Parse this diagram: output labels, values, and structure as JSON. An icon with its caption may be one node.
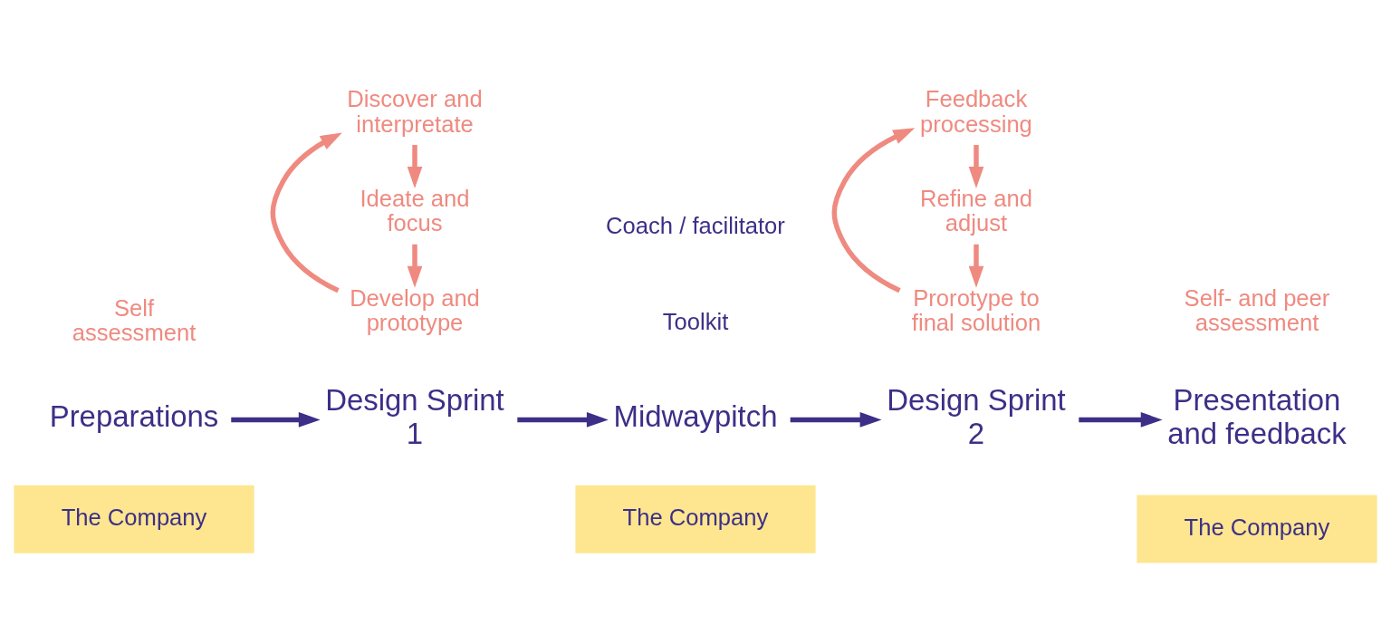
{
  "diagram": {
    "nodes": [
      {
        "text": [
          "Coach / facilitator"
        ]
      },
      {
        "text": [
          "Toolkit"
        ]
      },
      {
        "text": [
          "Self assessment"
        ]
      },
      {
        "text": [
          "Preparations"
        ]
      },
      {
        "text": [
          "The Company"
        ]
      },
      {
        "text": [
          "Design Sprint 1"
        ]
      },
      {
        "text": [
          "Ideate and focus"
        ]
      },
      {
        "text": [
          "Develop and prototype"
        ]
      },
      {
        "text": [
          "Discover and interpretate"
        ]
      },
      {
        "text": [
          "Midwaypitch"
        ]
      },
      {
        "text": [
          "The Company"
        ]
      },
      {
        "text": [
          "Design Sprint 2"
        ]
      },
      {
        "text": [
          "Refine and adjust"
        ]
      },
      {
        "text": [
          "Prorotype to final solution"
        ]
      },
      {
        "text": [
          "Feedback processing"
        ]
      },
      {
        "text": [
          "Presentation and feedback"
        ]
      },
      {
        "text": [
          "The Company"
        ]
      },
      {
        "text": [
          "Self- and peer assessment"
        ]
      }
    ],
    "edges": [
      {
        "from": 3,
        "to": 5,
        "arrow": "to",
        "color": "#3d2f87"
      },
      {
        "from": 5,
        "to": 9,
        "arrow": "to",
        "color": "#3d2f87"
      },
      {
        "from": 9,
        "to": 11,
        "arrow": "to",
        "color": "#3d2f87"
      },
      {
        "from": 11,
        "to": 15,
        "arrow": "to",
        "color": "#3d2f87"
      },
      {
        "from": 8,
        "to": 6,
        "arrow": "to"
      },
      {
        "from": 6,
        "to": 7,
        "arrow": "to"
      },
      {
        "from": 7,
        "to": 8,
        "arrow": "to"
      },
      {
        "from": 14,
        "to": 12,
        "arrow": "to"
      },
      {
        "from": 12,
        "to": 13,
        "arrow": "to"
      },
      {
        "from": 13,
        "to": 14,
        "arrow": "to"
      }
    ]
  }
}
